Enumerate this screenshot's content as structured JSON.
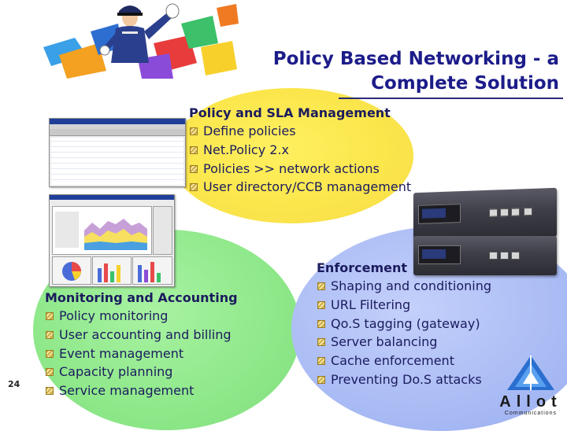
{
  "title": {
    "line1": "Policy Based Networking - a",
    "line2": "Complete Solution"
  },
  "policy_section": {
    "heading": "Policy and SLA Management",
    "items": [
      "Define policies",
      "Net.Policy 2.x",
      "Policies >> network actions",
      "User directory/CCB management"
    ]
  },
  "monitoring_section": {
    "heading": "Monitoring and Accounting",
    "items": [
      "Policy monitoring",
      "User accounting and billing",
      "Event management",
      "Capacity planning",
      "Service management"
    ]
  },
  "enforcement_section": {
    "heading": "Enforcement",
    "items": [
      "Shaping and conditioning",
      "URL Filtering",
      "Qo.S tagging (gateway)",
      "Server balancing",
      "Cache enforcement",
      "Preventing Do.S attacks"
    ]
  },
  "page_number": "24",
  "logo": {
    "name": "Allot",
    "tagline": "Communications"
  },
  "colors": {
    "yellow_ellipse": "#fbe64c",
    "green_ellipse": "#8ee889",
    "blue_ellipse": "#a9bbf4",
    "title_color": "#1c1c8a",
    "text_color": "#1b1b5e"
  },
  "icons": [
    "traffic-police-clipart",
    "bullet-icon",
    "allot-logo-triangle"
  ]
}
